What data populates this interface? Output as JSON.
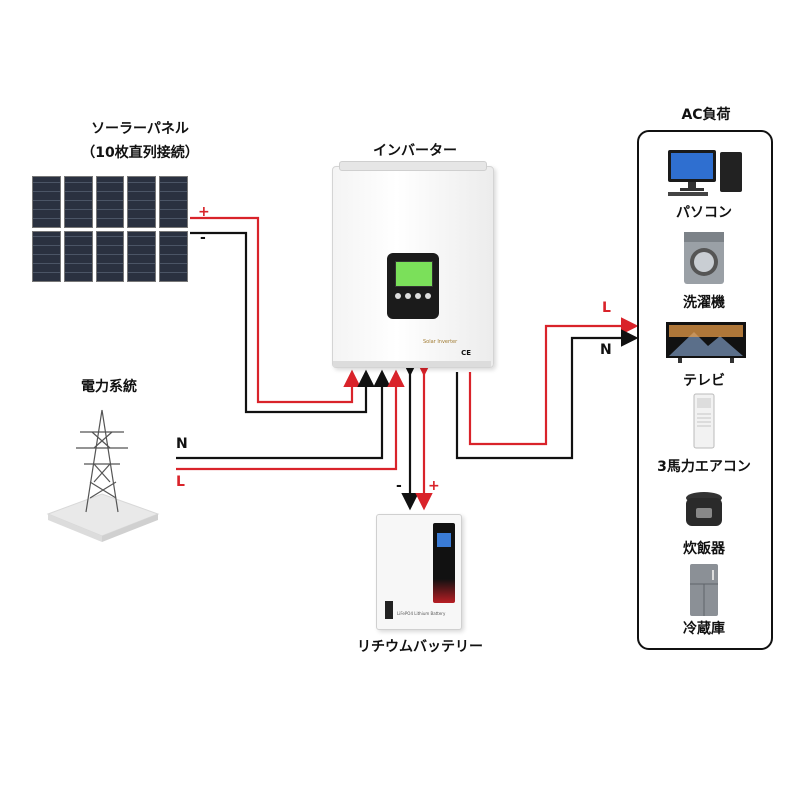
{
  "solar": {
    "title": "ソーラーパネル",
    "subtitle": "（10枚直列接続）",
    "plus": "+",
    "minus": "-"
  },
  "inverter": {
    "title": "インバーター",
    "brand_line": "Solar Inverter",
    "ce_mark": "CE"
  },
  "grid": {
    "title": "電力系統",
    "n": "N",
    "l": "L"
  },
  "battery": {
    "title": "リチウムバッテリー",
    "minus": "-",
    "plus": "+",
    "brand_line": "LiFePO4 Lithium Battery"
  },
  "output": {
    "l": "L",
    "n": "N"
  },
  "loads": {
    "title": "AC負荷",
    "items": [
      {
        "label": "パソコン",
        "icon": "computer-icon"
      },
      {
        "label": "洗濯機",
        "icon": "washing-machine-icon"
      },
      {
        "label": "テレビ",
        "icon": "tv-icon"
      },
      {
        "label": "3馬力エアコン",
        "icon": "air-conditioner-icon"
      },
      {
        "label": "炊飯器",
        "icon": "rice-cooker-icon"
      },
      {
        "label": "冷蔵庫",
        "icon": "refrigerator-icon"
      }
    ]
  },
  "colors": {
    "positive_wire": "#d9232a",
    "negative_wire": "#111111"
  }
}
